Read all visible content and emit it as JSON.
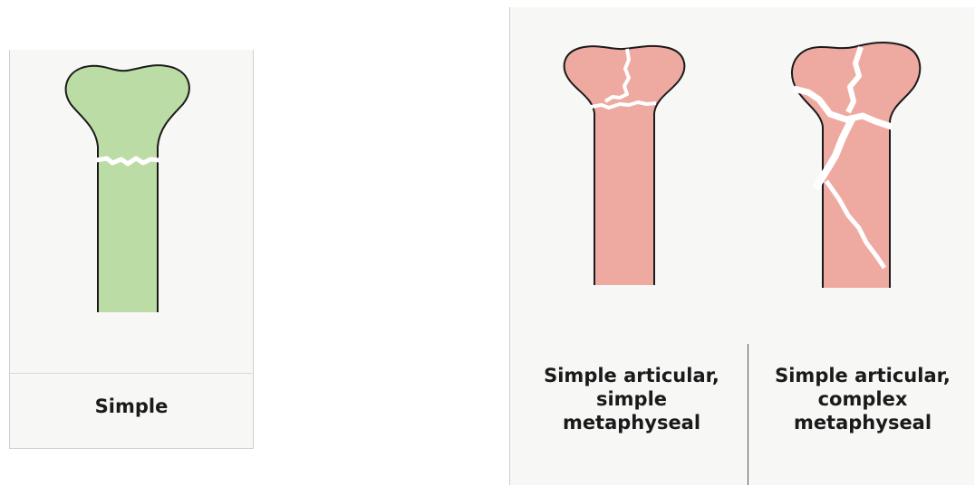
{
  "colors": {
    "simple_fill": "#bcdca6",
    "articular_fill": "#eeaaa0",
    "outline": "#1a1a1a",
    "panel_bg": "#f7f7f6"
  },
  "captions": {
    "simple": [
      "Simple"
    ],
    "simple_articular_simple_metaphyseal": [
      "Simple articular,",
      "simple",
      "metaphyseal"
    ],
    "simple_articular_complex_metaphyseal": [
      "Simple articular,",
      "complex",
      "metaphyseal"
    ]
  }
}
